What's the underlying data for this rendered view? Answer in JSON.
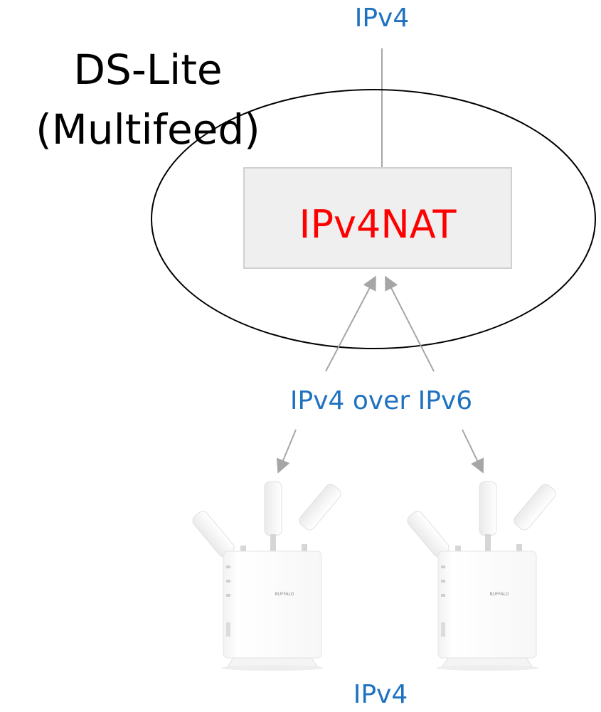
{
  "title": {
    "line1": "DS-Lite",
    "line2": "(Multifeed)"
  },
  "labels": {
    "ipv4_top": "IPv4",
    "nat_box": "IPv4NAT",
    "tunnel": "IPv4 over IPv6",
    "ipv4_bottom": "IPv4"
  },
  "routers": [
    {
      "brand": "BUFFALO"
    },
    {
      "brand": "BUFFALO"
    }
  ],
  "colors": {
    "label_blue": "#1f72c0",
    "nat_text": "#ff0000",
    "nat_box_fill": "#efefef",
    "nat_box_border": "#d0d0d0",
    "connector_gray": "#a6a6a6",
    "ellipse_stroke": "#000000"
  }
}
